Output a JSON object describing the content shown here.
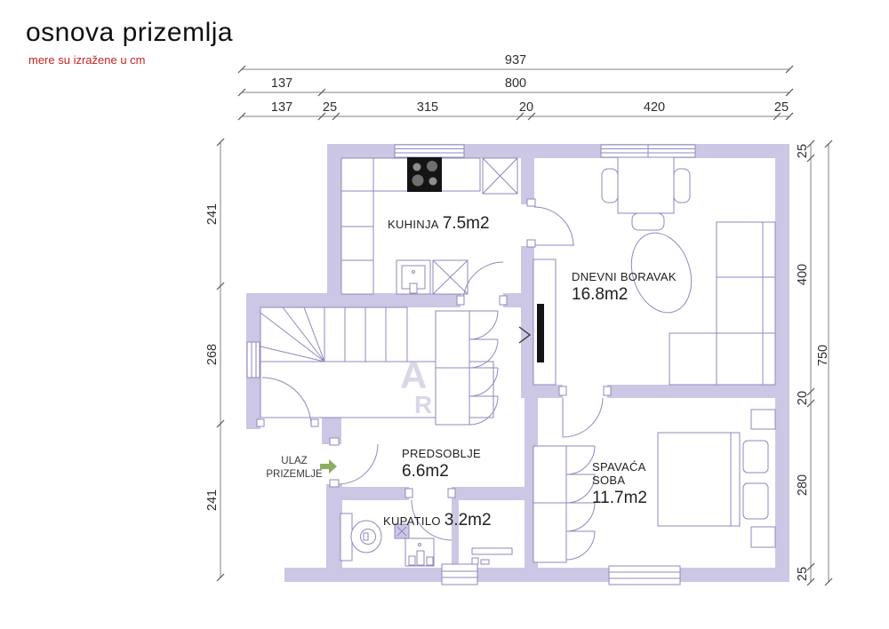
{
  "header": {
    "title": "osnova prizemlja",
    "subtitle": "mere su izražene u cm"
  },
  "rooms": {
    "kuhinja": {
      "name": "KUHINJA",
      "area": "7.5m2"
    },
    "dnevni_boravak": {
      "name": "DNEVNI BORAVAK",
      "area": "16.8m2"
    },
    "predsoblje": {
      "name": "PREDSOBLJE",
      "area": "6.6m2"
    },
    "kupatilo": {
      "name": "KUPATILO",
      "area": "3.2m2"
    },
    "spavaca_soba": {
      "name": "SPAVAĆA SOBA",
      "area": "11.7m2"
    }
  },
  "entrance": {
    "line1": "ULAZ",
    "line2": "PRIZEMLJE",
    "arrow_icon": "right-arrow"
  },
  "dims": {
    "top_total": "937",
    "top_row2": [
      "137",
      "800"
    ],
    "top_row3": [
      "137",
      "25",
      "315",
      "20",
      "420",
      "25"
    ],
    "left": [
      "241",
      "268",
      "241"
    ],
    "right": [
      "25",
      "400",
      "20",
      "280",
      "25"
    ],
    "right_total": "750"
  },
  "watermark": {
    "letter1": "A",
    "letter2": "R"
  },
  "colors": {
    "wall": "#cbc7e4",
    "line": "#8e8abd",
    "dim_line": "#828282",
    "red": "#cc2222",
    "green": "#8dad62",
    "black_fixture": "#141414"
  }
}
